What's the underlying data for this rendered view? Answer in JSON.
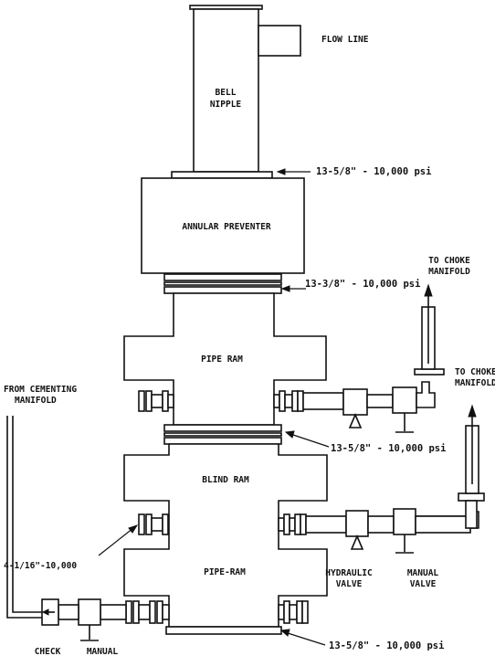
{
  "labels": {
    "flow_line": "FLOW LINE",
    "bell_nipple_1": "BELL",
    "bell_nipple_2": "NIPPLE",
    "annular": "ANNULAR PREVENTER",
    "pipe_ram_top": "PIPE RAM",
    "blind_ram": "BLIND RAM",
    "pipe_ram_bottom": "PIPE-RAM",
    "choke_top_1": "TO CHOKE",
    "choke_top_2": "MANIFOLD",
    "choke_right_1": "TO CHOKE",
    "choke_right_2": "MANIFOLD",
    "cementing_1": "FROM CEMENTING",
    "cementing_2": "MANIFOLD",
    "hydraulic_1": "HYDRAULIC",
    "hydraulic_2": "VALVE",
    "manual_1": "MANUAL",
    "manual_2": "VALVE",
    "check_1": "CHECK",
    "manual_bottom_1": "MANUAL"
  },
  "pressure": {
    "p1": "13-5/8\" - 10,000 psi",
    "p2": "13-3/8\" - 10,000 psi",
    "p3": "13-5/8\" - 10,000 psi",
    "p4": "13-5/8\" - 10,000 psi",
    "side": "4-1/16\"-10,000"
  }
}
